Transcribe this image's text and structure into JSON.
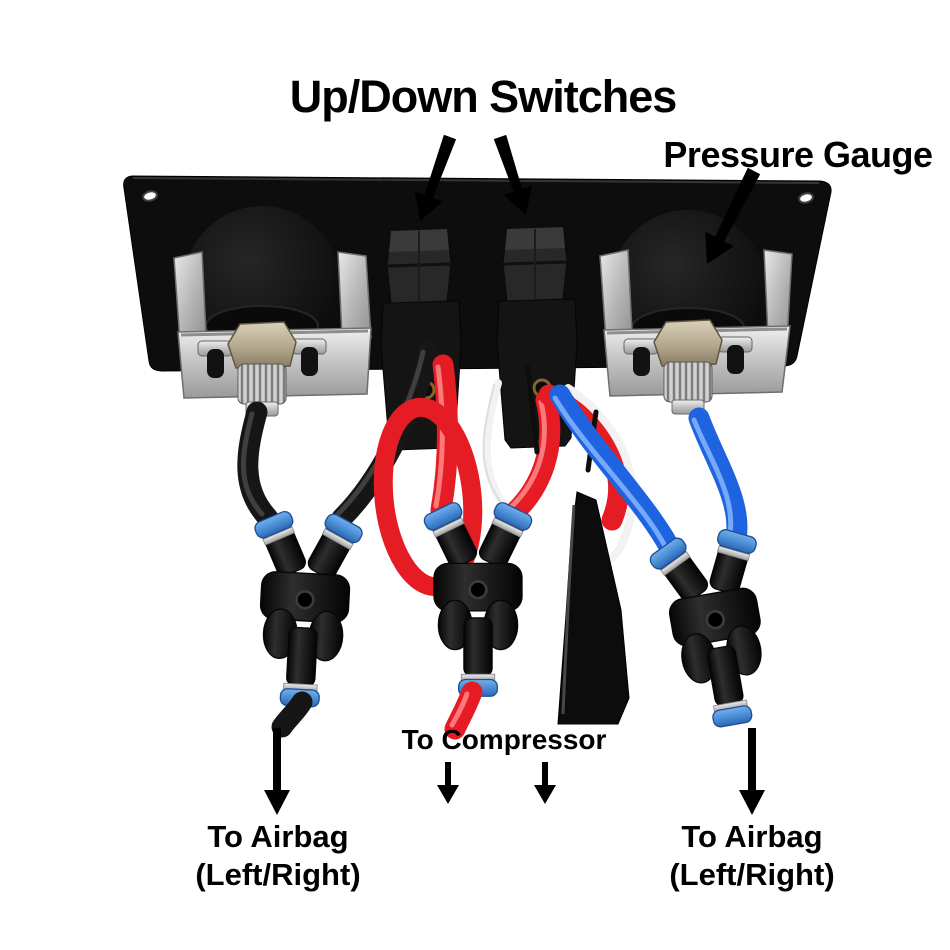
{
  "diagram": {
    "title": "Up/Down Switches",
    "labels": {
      "pressure_gauge": "Pressure Gauge",
      "to_compressor": "To Compressor",
      "to_airbag_line1": "To Airbag",
      "to_airbag_line2": "(Left/Right)"
    },
    "components": {
      "panel": "switch panel rear view",
      "left_gauge": "pressure gauge (rear)",
      "right_gauge": "pressure gauge (rear)",
      "switch_1": "up/down rocker switch",
      "switch_2": "up/down rocker switch",
      "fittings": "Y push-to-connect air fittings"
    },
    "colors": {
      "background": "#ffffff",
      "annotation": "#000000",
      "panel": "#0d0d0d",
      "bracket_metal": "#c9c9c9",
      "tube_black": "#161616",
      "tube_red": "#e51c23",
      "tube_blue": "#1e63e0",
      "fitting_body": "#1a1a1a",
      "fitting_collar_blue": "#4a8fd6",
      "fitting_ring_silver": "#c4c4c4"
    }
  }
}
